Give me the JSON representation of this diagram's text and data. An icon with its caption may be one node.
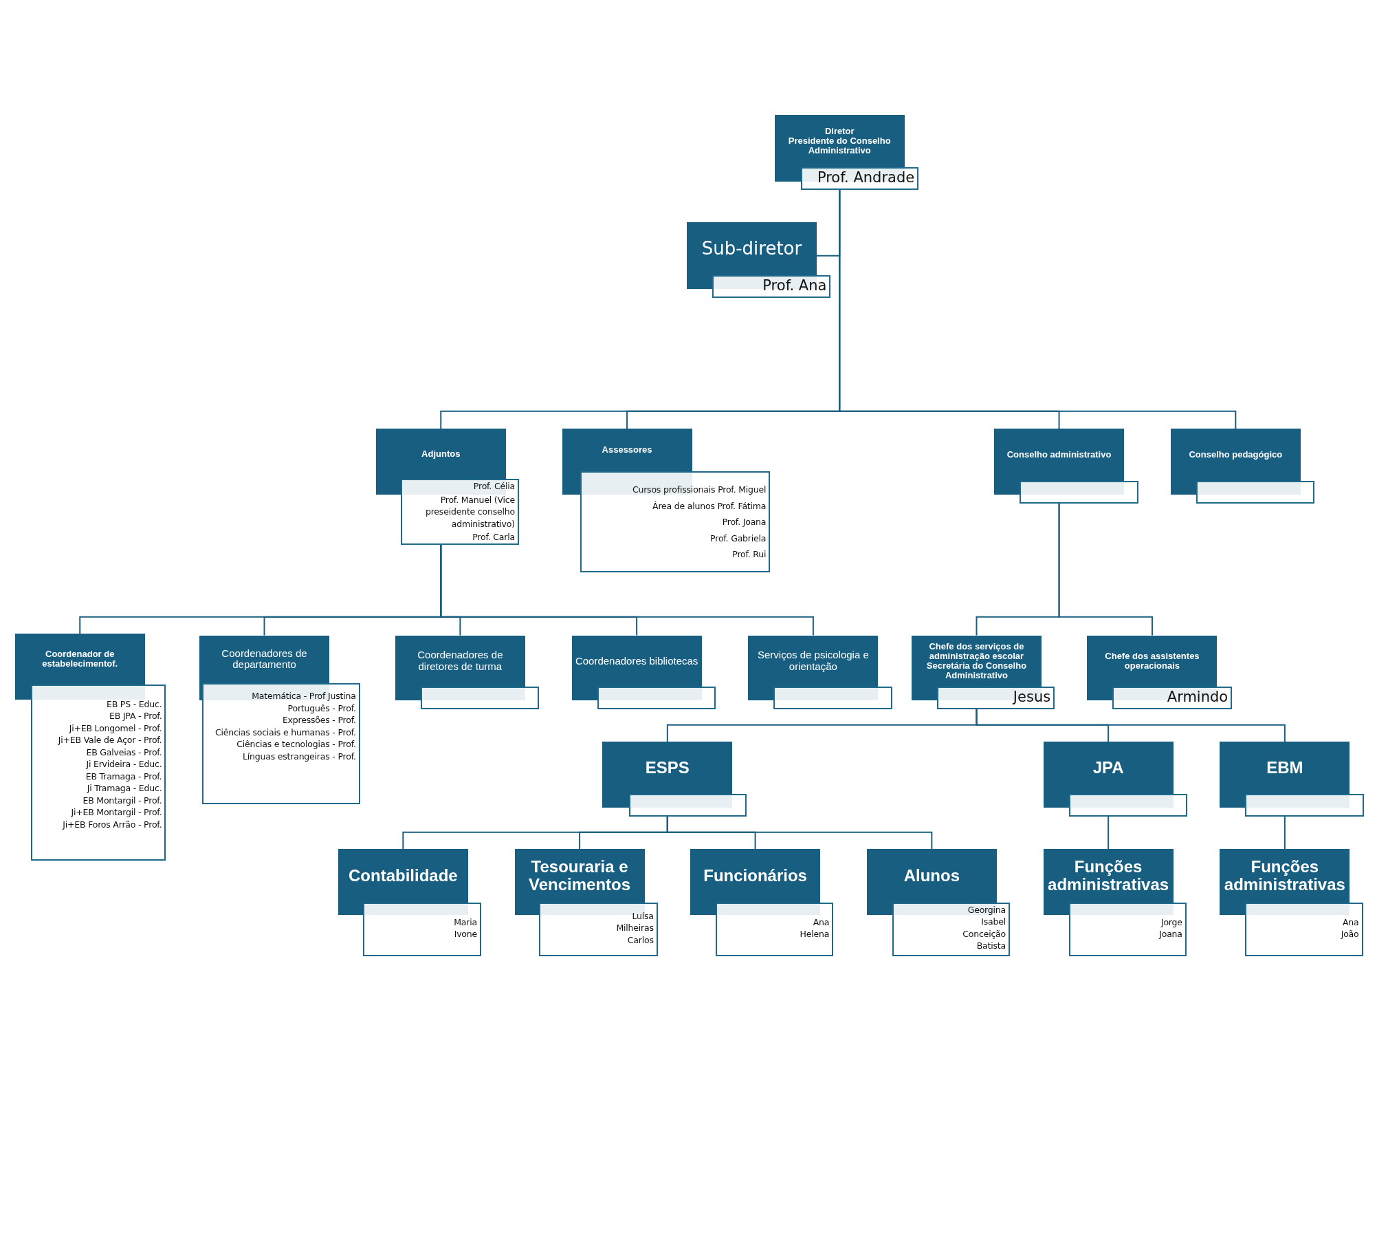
{
  "diagram": {
    "nodes": [
      {
        "text": [
          "Diretor",
          "Presidente do Conselho Administrativo",
          "Prof. Andrade"
        ]
      },
      {
        "text": [
          "Sub-diretor",
          "Prof. Ana"
        ]
      },
      {
        "text": [
          "Adjuntos",
          "Prof. Célia",
          "Prof. Manuel (Vice preseidente conselho administrativo)",
          "Prof. Carla"
        ]
      },
      {
        "text": [
          "Assessores",
          "Cursos profissionais Prof. Miguel",
          "Área de alunos Prof. Fátima",
          "Prof. Joana",
          "Prof. Gabriela",
          "Prof. Rui"
        ]
      },
      {
        "text": [
          "Conselho administrativo"
        ]
      },
      {
        "text": [
          "Conselho pedagógico"
        ]
      },
      {
        "text": [
          "Coordenador de estabelecimentof.",
          "EB PS - Educ.",
          "EB JPA - Prof.",
          "Ji+EB Longomel - Prof.",
          "Ji+EB Vale de Açor - Prof.",
          "EB Galveias - Prof.",
          "Ji Ervideira - Educ.",
          "EB Tramaga - Prof.",
          "Ji Tramaga - Educ.",
          "EB Montargil - Prof.",
          "Ji+EB Montargil  - Prof.",
          "Ji+EB Foros Arrão - Prof."
        ]
      },
      {
        "text": [
          "Coordenadores de departamento",
          "Matemática - Prof Justina",
          "Português - Prof.",
          "Expressões - Prof.",
          "Ciências sociais e humanas - Prof.",
          "Ciências e tecnologias - Prof.",
          "Línguas estrangeiras - Prof."
        ]
      },
      {
        "text": [
          "Coordenadores de diretores de turma"
        ]
      },
      {
        "text": [
          "Coordenadores bibliotecas"
        ]
      },
      {
        "text": [
          "Serviços de psicologia e orientação"
        ]
      },
      {
        "text": [
          "Chefe dos serviços de administração escolar",
          "Secretária do Conselho Administrativo",
          "Jesus"
        ]
      },
      {
        "text": [
          "Chefe dos assistentes operacionais",
          "Armindo"
        ]
      },
      {
        "text": [
          "ESPS"
        ]
      },
      {
        "text": [
          "JPA"
        ]
      },
      {
        "text": [
          "EBM"
        ]
      },
      {
        "text": [
          "Contabilidade",
          "Maria",
          "Ivone"
        ]
      },
      {
        "text": [
          "Tesouraria e Vencimentos",
          "Luísa",
          "Milheiras",
          "Carlos"
        ]
      },
      {
        "text": [
          "Funcionários",
          "Ana",
          "Helena"
        ]
      },
      {
        "text": [
          "Alunos",
          "Georgina",
          "Isabel",
          "Conceição",
          "Batista"
        ]
      },
      {
        "text": [
          "Funções administrativas",
          "Jorge",
          "Joana"
        ]
      },
      {
        "text": [
          "Funções administrativas",
          "Ana",
          "João"
        ]
      },
      {
        "text": [],
        "shape": "box"
      },
      {
        "text": [],
        "shape": "box"
      },
      {
        "text": [],
        "shape": "box"
      },
      {
        "text": [],
        "shape": "box"
      },
      {
        "text": [],
        "shape": "box"
      },
      {
        "text": [],
        "shape": "box"
      },
      {
        "text": [],
        "shape": "box"
      },
      {
        "text": [],
        "shape": "box"
      }
    ],
    "edges": [
      {
        "from": 0,
        "to": 1,
        "arrow": "none"
      },
      {
        "from": 0,
        "to": 2,
        "arrow": "none"
      },
      {
        "from": 0,
        "to": 3,
        "arrow": "none"
      },
      {
        "from": 0,
        "to": 4,
        "arrow": "none"
      },
      {
        "from": 0,
        "to": 5,
        "arrow": "none"
      },
      {
        "from": 2,
        "to": 6,
        "arrow": "none"
      },
      {
        "from": 2,
        "to": 7,
        "arrow": "none"
      },
      {
        "from": 2,
        "to": 8,
        "arrow": "none"
      },
      {
        "from": 2,
        "to": 9,
        "arrow": "none"
      },
      {
        "from": 2,
        "to": 10,
        "arrow": "none"
      },
      {
        "from": 4,
        "to": 11,
        "arrow": "none"
      },
      {
        "from": 4,
        "to": 12,
        "arrow": "none"
      },
      {
        "from": 11,
        "to": 13,
        "arrow": "none"
      },
      {
        "from": 11,
        "to": 14,
        "arrow": "none"
      },
      {
        "from": 11,
        "to": 15,
        "arrow": "none"
      },
      {
        "from": 13,
        "to": 16,
        "arrow": "none"
      },
      {
        "from": 13,
        "to": 17,
        "arrow": "none"
      },
      {
        "from": 13,
        "to": 18,
        "arrow": "none"
      },
      {
        "from": 13,
        "to": 19,
        "arrow": "none"
      },
      {
        "from": 14,
        "to": 20,
        "arrow": "none"
      },
      {
        "from": 15,
        "to": 21,
        "arrow": "none"
      }
    ]
  }
}
